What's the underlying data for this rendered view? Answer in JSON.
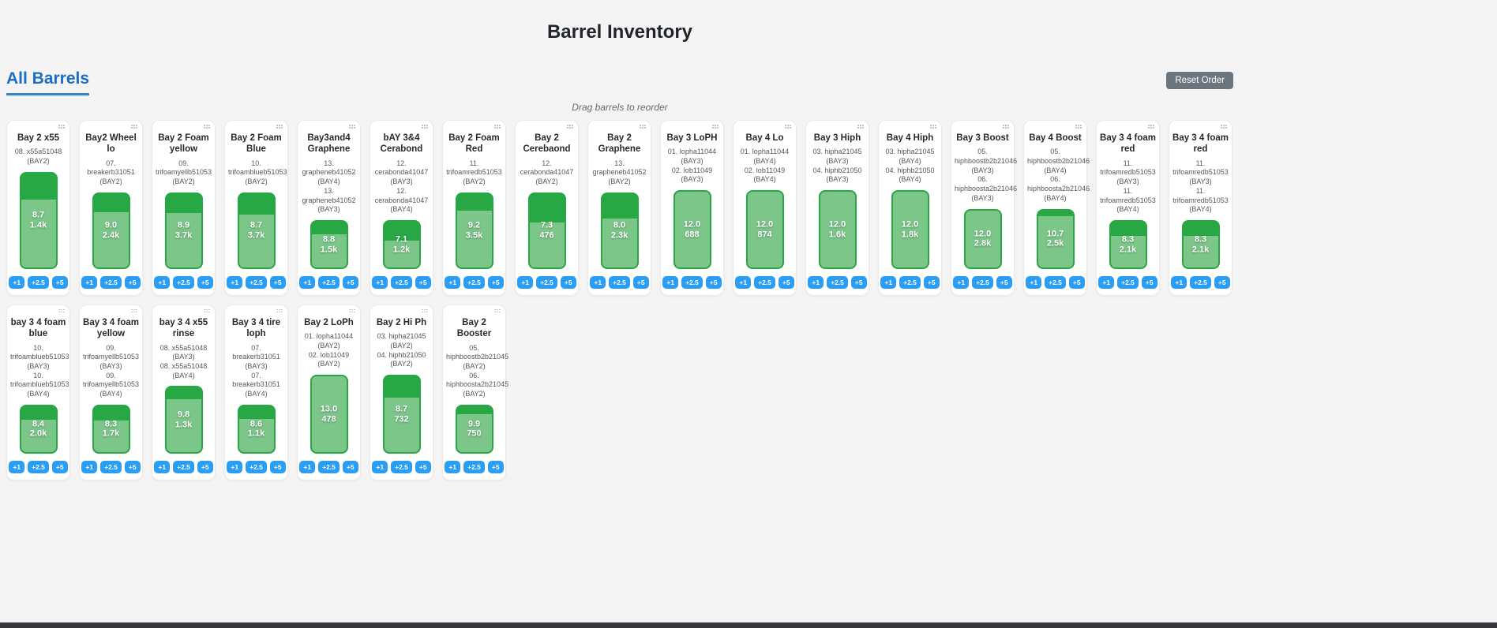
{
  "page": {
    "title": "Barrel Inventory",
    "tab_label": "All Barrels",
    "reset_button": "Reset Order",
    "hint": "Drag barrels to reorder",
    "accent_blue": "#1a6fc4",
    "button_blue": "#2a9df4",
    "barrel_green": "#28a745",
    "barrel_fill_green": "#7cc68a",
    "reset_gray": "#6c757d"
  },
  "increment_buttons": [
    "+1",
    "+2.5",
    "+5"
  ],
  "barrels": [
    {
      "title": "Bay 2 x55",
      "sources": [
        "08. x55a51048 (BAY2)"
      ],
      "level": "8.7",
      "amount": "1.4k",
      "fill_pct": 72
    },
    {
      "title": "Bay2 Wheel lo",
      "sources": [
        "07. breakerb31051 (BAY2)"
      ],
      "level": "9.0",
      "amount": "2.4k",
      "fill_pct": 75
    },
    {
      "title": "Bay 2 Foam yellow",
      "sources": [
        "09. trifoamyellb51053 (BAY2)"
      ],
      "level": "8.9",
      "amount": "3.7k",
      "fill_pct": 74
    },
    {
      "title": "Bay 2 Foam Blue",
      "sources": [
        "10. trifoamblueb51053 (BAY2)"
      ],
      "level": "8.7",
      "amount": "3.7k",
      "fill_pct": 72
    },
    {
      "title": "Bay3and4 Graphene",
      "sources": [
        "13. grapheneb41052 (BAY4)",
        "13. grapheneb41052 (BAY3)"
      ],
      "level": "8.8",
      "amount": "1.5k",
      "fill_pct": 73
    },
    {
      "title": "bAY 3&4 Cerabond",
      "sources": [
        "12. cerabonda41047 (BAY3)",
        "12. cerabonda41047 (BAY4)"
      ],
      "level": "7.1",
      "amount": "1.2k",
      "fill_pct": 59
    },
    {
      "title": "Bay 2 Foam Red",
      "sources": [
        "11. trifoamredb51053 (BAY2)"
      ],
      "level": "9.2",
      "amount": "3.5k",
      "fill_pct": 77
    },
    {
      "title": "Bay 2 Cerebaond",
      "sources": [
        "12. cerabonda41047 (BAY2)"
      ],
      "level": "7.3",
      "amount": "476",
      "fill_pct": 61
    },
    {
      "title": "Bay 2 Graphene",
      "sources": [
        "13. grapheneb41052 (BAY2)"
      ],
      "level": "8.0",
      "amount": "2.3k",
      "fill_pct": 67
    },
    {
      "title": "Bay 3 LoPH",
      "sources": [
        "01. lopha11044 (BAY3)",
        "02. lob11049 (BAY3)"
      ],
      "level": "12.0",
      "amount": "688",
      "fill_pct": 100
    },
    {
      "title": "Bay 4 Lo",
      "sources": [
        "01. lopha11044 (BAY4)",
        "02. lob11049 (BAY4)"
      ],
      "level": "12.0",
      "amount": "874",
      "fill_pct": 100
    },
    {
      "title": "Bay 3 Hiph",
      "sources": [
        "03. hipha21045 (BAY3)",
        "04. hiphb21050 (BAY3)"
      ],
      "level": "12.0",
      "amount": "1.6k",
      "fill_pct": 100
    },
    {
      "title": "Bay 4 Hiph",
      "sources": [
        "03. hipha21045 (BAY4)",
        "04. hiphb21050 (BAY4)"
      ],
      "level": "12.0",
      "amount": "1.8k",
      "fill_pct": 100
    },
    {
      "title": "Bay 3 Boost",
      "sources": [
        "05. hiphboostb2b21046 (BAY3)",
        "06. hiphboosta2b21046 (BAY3)"
      ],
      "level": "12.0",
      "amount": "2.8k",
      "fill_pct": 100
    },
    {
      "title": "Bay 4 Boost",
      "sources": [
        "05. hiphboostb2b21046 (BAY4)",
        "06. hiphboosta2b21046 (BAY4)"
      ],
      "level": "10.7",
      "amount": "2.5k",
      "fill_pct": 89
    },
    {
      "title": "Bay 3 4 foam red",
      "sources": [
        "11. trifoamredb51053 (BAY3)",
        "11. trifoamredb51053 (BAY4)"
      ],
      "level": "8.3",
      "amount": "2.1k",
      "fill_pct": 69
    },
    {
      "title": "Bay 3 4 foam red",
      "sources": [
        "11. trifoamredb51053 (BAY3)",
        "11. trifoamredb51053 (BAY4)"
      ],
      "level": "8.3",
      "amount": "2.1k",
      "fill_pct": 69
    },
    {
      "title": "bay 3 4 foam blue",
      "sources": [
        "10. trifoamblueb51053 (BAY3)",
        "10. trifoamblueb51053 (BAY4)"
      ],
      "level": "8.4",
      "amount": "2.0k",
      "fill_pct": 70
    },
    {
      "title": "Bay 3 4 foam yellow",
      "sources": [
        "09. trifoamyellb51053 (BAY3)",
        "09. trifoamyellb51053 (BAY4)"
      ],
      "level": "8.3",
      "amount": "1.7k",
      "fill_pct": 69
    },
    {
      "title": "bay 3 4 x55 rinse",
      "sources": [
        "08. x55a51048 (BAY3)",
        "08. x55a51048 (BAY4)"
      ],
      "level": "9.8",
      "amount": "1.3k",
      "fill_pct": 82
    },
    {
      "title": "Bay 3 4 tire loph",
      "sources": [
        "07. breakerb31051 (BAY3)",
        "07. breakerb31051 (BAY4)"
      ],
      "level": "8.6",
      "amount": "1.1k",
      "fill_pct": 72
    },
    {
      "title": "Bay 2 LoPh",
      "sources": [
        "01. lopha11044 (BAY2)",
        "02. lob11049 (BAY2)"
      ],
      "level": "13.0",
      "amount": "478",
      "fill_pct": 100
    },
    {
      "title": "Bay 2 Hi Ph",
      "sources": [
        "03. hipha21045 (BAY2)",
        "04. hiphb21050 (BAY2)"
      ],
      "level": "8.7",
      "amount": "732",
      "fill_pct": 72
    },
    {
      "title": "Bay 2 Booster",
      "sources": [
        "05. hiphboostb2b21045 (BAY2)",
        "06. hiphboosta2b21045 (BAY2)"
      ],
      "level": "9.9",
      "amount": "750",
      "fill_pct": 82
    }
  ]
}
